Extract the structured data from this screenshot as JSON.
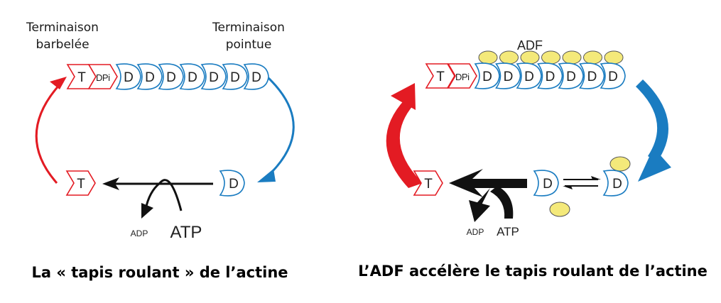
{
  "left_panel": {
    "barbed_end_label": [
      "Terminaison",
      "barbelée"
    ],
    "pointed_end_label": [
      "Terminaison",
      "pointue"
    ],
    "filament": {
      "red_subunits": [
        "T",
        "DPi"
      ],
      "blue_subunits": [
        "D",
        "D",
        "D",
        "D",
        "D",
        "D",
        "D"
      ]
    },
    "free_T": "T",
    "free_D": "D",
    "adp": "ADP",
    "atp": "ATP",
    "caption": "La « tapis roulant » de l’actine"
  },
  "right_panel": {
    "adf_label": "ADF",
    "filament": {
      "red_subunits": [
        "T",
        "DPi"
      ],
      "blue_subunits": [
        "D",
        "D",
        "D",
        "D",
        "D",
        "D",
        "D"
      ]
    },
    "free_T": "T",
    "free_D": "D",
    "bound_D": "D",
    "adp": "ADP",
    "atp": "ATP",
    "caption": "L’ADF accélère le tapis roulant de l’actine"
  },
  "colors": {
    "red": "#e31b23",
    "blue": "#1a7cc1",
    "adf_yellow": "#f4e97a",
    "black": "#111111"
  }
}
